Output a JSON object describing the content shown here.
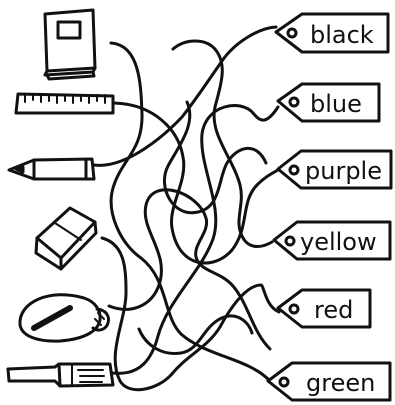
{
  "tags": [
    {
      "label": "black"
    },
    {
      "label": "blue"
    },
    {
      "label": "purple"
    },
    {
      "label": "yellow"
    },
    {
      "label": "red"
    },
    {
      "label": "green"
    }
  ],
  "objects": [
    {
      "icon": "book-icon"
    },
    {
      "icon": "ruler-icon"
    },
    {
      "icon": "pencil-icon"
    },
    {
      "icon": "eraser-icon"
    },
    {
      "icon": "pencil-case-icon"
    },
    {
      "icon": "marker-icon"
    }
  ],
  "colors": {
    "ink": "#111111",
    "paper": "#ffffff"
  }
}
